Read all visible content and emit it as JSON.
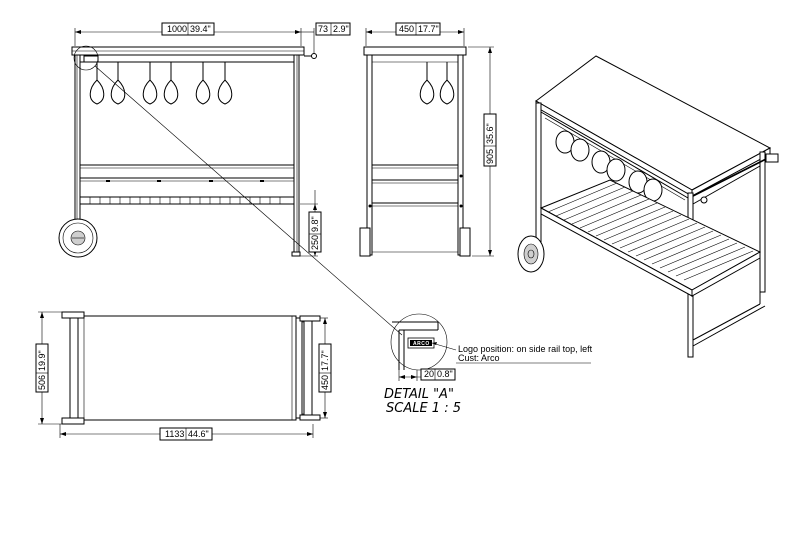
{
  "front_view": {
    "width_dim": "1000",
    "width_dim_in": "39.4\"",
    "handle_dim": "73",
    "handle_dim_in": "2.9\"",
    "shelf_height_dim": "250",
    "shelf_height_dim_in": "9.8\""
  },
  "side_view": {
    "depth_dim": "450",
    "depth_dim_in": "17.7\"",
    "height_dim": "905",
    "height_dim_in": "35.6\""
  },
  "top_view": {
    "overall_width_dim": "1133",
    "overall_width_dim_in": "44.6\"",
    "overall_depth_dim": "506",
    "overall_depth_dim_in": "19.9\"",
    "inner_depth_dim": "450",
    "inner_depth_dim_in": "17.7\""
  },
  "detail": {
    "logo_text": "ARCO",
    "note_line1": "Logo position: on side rail top, left",
    "note_line2": "Cust: Arco",
    "logo_offset_dim": "20",
    "logo_offset_dim_in": "0.8\"",
    "title": "DETAIL \"A\"",
    "scale": "SCALE 1 : 5"
  },
  "colors": {
    "line": "#000000",
    "background": "#ffffff",
    "wheel_fill": "#cfcfcf"
  }
}
